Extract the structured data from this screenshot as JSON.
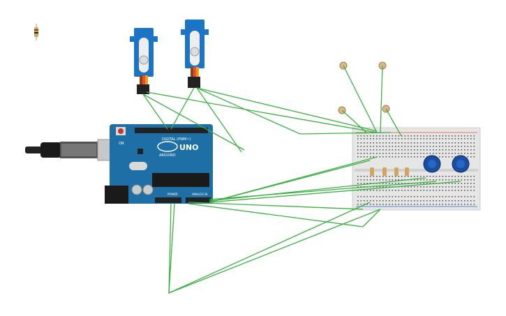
{
  "board": {
    "logo_text": "UNO",
    "brand_text": "ARDUINO",
    "digital_label": "DIGITAL (PWM~)",
    "power_label": "POWER",
    "analog_label": "ANALOG IN",
    "on_label": "ON"
  },
  "components": {
    "servos": 2,
    "photoresistors": 4,
    "resistors_on_breadboard": 4,
    "potentiometers": 2,
    "loose_resistor": 1
  },
  "colors": {
    "wire": "#3cb043",
    "board": "#1d6fa6",
    "servo_body": "#1c74c4",
    "breadboard": "#e6e6e6",
    "pot_knob": "#1a4ea0"
  }
}
